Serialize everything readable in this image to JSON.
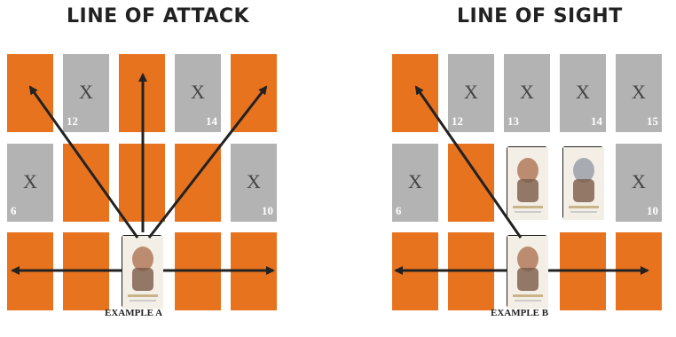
{
  "panels": [
    {
      "title": "LINE OF ATTACK",
      "caption": "EXAMPLE A",
      "grid": [
        [
          {
            "c": "orange"
          },
          {
            "c": "grey",
            "x": "X",
            "num": "12"
          },
          {
            "c": "orange"
          },
          {
            "c": "grey",
            "x": "X",
            "num": "14"
          },
          {
            "c": "orange"
          }
        ],
        [
          {
            "c": "grey",
            "x": "X",
            "num": "6"
          },
          {
            "c": "orange"
          },
          {
            "c": "orange"
          },
          {
            "c": "orange"
          },
          {
            "c": "grey",
            "x": "X",
            "num": "10"
          }
        ],
        [
          {
            "c": "orange"
          },
          {
            "c": "orange"
          },
          {
            "c": "card"
          },
          {
            "c": "orange"
          },
          {
            "c": "orange"
          }
        ]
      ]
    },
    {
      "title": "LINE OF SIGHT",
      "caption": "EXAMPLE B",
      "grid": [
        [
          {
            "c": "orange"
          },
          {
            "c": "grey",
            "x": "X",
            "num": "12"
          },
          {
            "c": "grey",
            "x": "X",
            "num": "13"
          },
          {
            "c": "grey",
            "x": "X",
            "num": "14"
          },
          {
            "c": "grey",
            "x": "X",
            "num": "15"
          }
        ],
        [
          {
            "c": "grey",
            "x": "X",
            "num": "6"
          },
          {
            "c": "orange"
          },
          {
            "c": "card"
          },
          {
            "c": "card"
          },
          {
            "c": "grey",
            "x": "X",
            "num": "10"
          }
        ],
        [
          {
            "c": "orange"
          },
          {
            "c": "orange"
          },
          {
            "c": "card"
          },
          {
            "c": "orange"
          },
          {
            "c": "orange"
          }
        ]
      ]
    }
  ],
  "colors": {
    "orange": "#e8731f",
    "grey": "#b3b3b3",
    "arrow": "#222222"
  }
}
